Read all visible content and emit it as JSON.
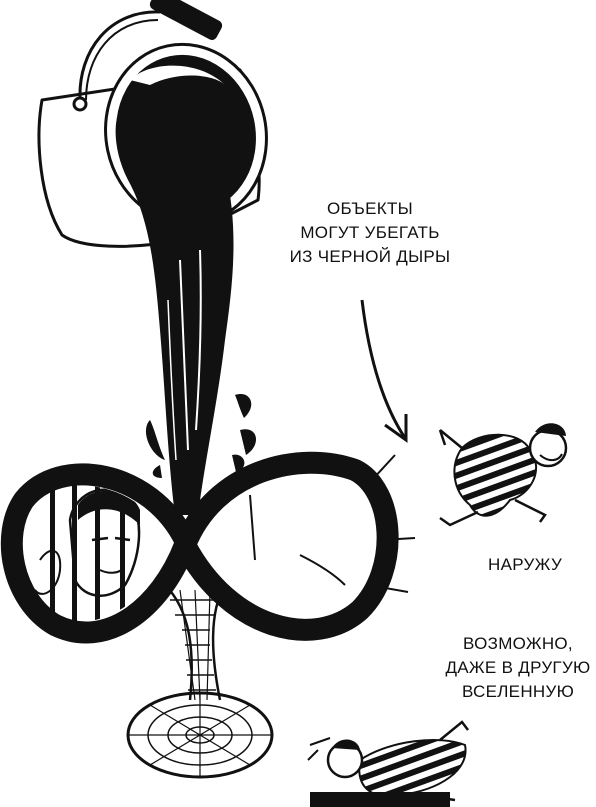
{
  "captions": {
    "escape": [
      "ОБЪЕКТЫ",
      "МОГУТ УБЕГАТЬ",
      "ИЗ ЧЕРНОЙ ДЫРЫ"
    ],
    "outside": "НАРУЖУ",
    "universe": [
      "ВОЗМОЖНО,",
      "ДАЖЕ В ДРУГУЮ",
      "ВСЕЛЕННУЮ"
    ]
  },
  "icons": {
    "bucket": "bucket-icon",
    "pour": "black-liquid-stream",
    "infinity": "infinity-loop",
    "prisoner": "jailed-prisoner",
    "wormhole": "wormhole-funnel",
    "runner": "escaping-convict",
    "lying": "lying-convict",
    "arrow": "curved-arrow-icon"
  },
  "colors": {
    "ink": "#111111",
    "paper": "#ffffff"
  }
}
